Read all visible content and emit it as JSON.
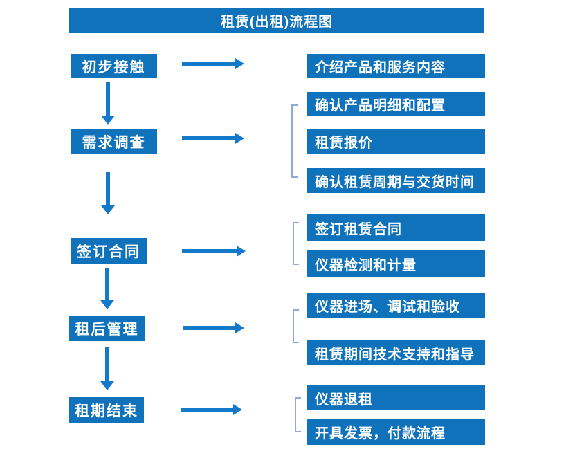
{
  "title": "租赁(出租)流程图",
  "colors": {
    "box_blue": "#1172BC",
    "arrow_blue": "#1279CB",
    "bracket_blue": "#8FAADC",
    "text": "#FFFFFF",
    "background": "#FFFFFF"
  },
  "stages": [
    {
      "label": "初步接触"
    },
    {
      "label": "需求调查"
    },
    {
      "label": "签订合同"
    },
    {
      "label": "租后管理"
    },
    {
      "label": "租期结束"
    }
  ],
  "details": [
    {
      "label": "介绍产品和服务内容"
    },
    {
      "label": "确认产品明细和配置"
    },
    {
      "label": "租赁报价"
    },
    {
      "label": "确认租赁周期与交货时间"
    },
    {
      "label": "签订租赁合同"
    },
    {
      "label": "仪器检测和计量"
    },
    {
      "label": "仪器进场、调试和验收"
    },
    {
      "label": "租赁期间技术支持和指导"
    },
    {
      "label": "仪器退租"
    },
    {
      "label": "开具发票，付款流程"
    }
  ]
}
